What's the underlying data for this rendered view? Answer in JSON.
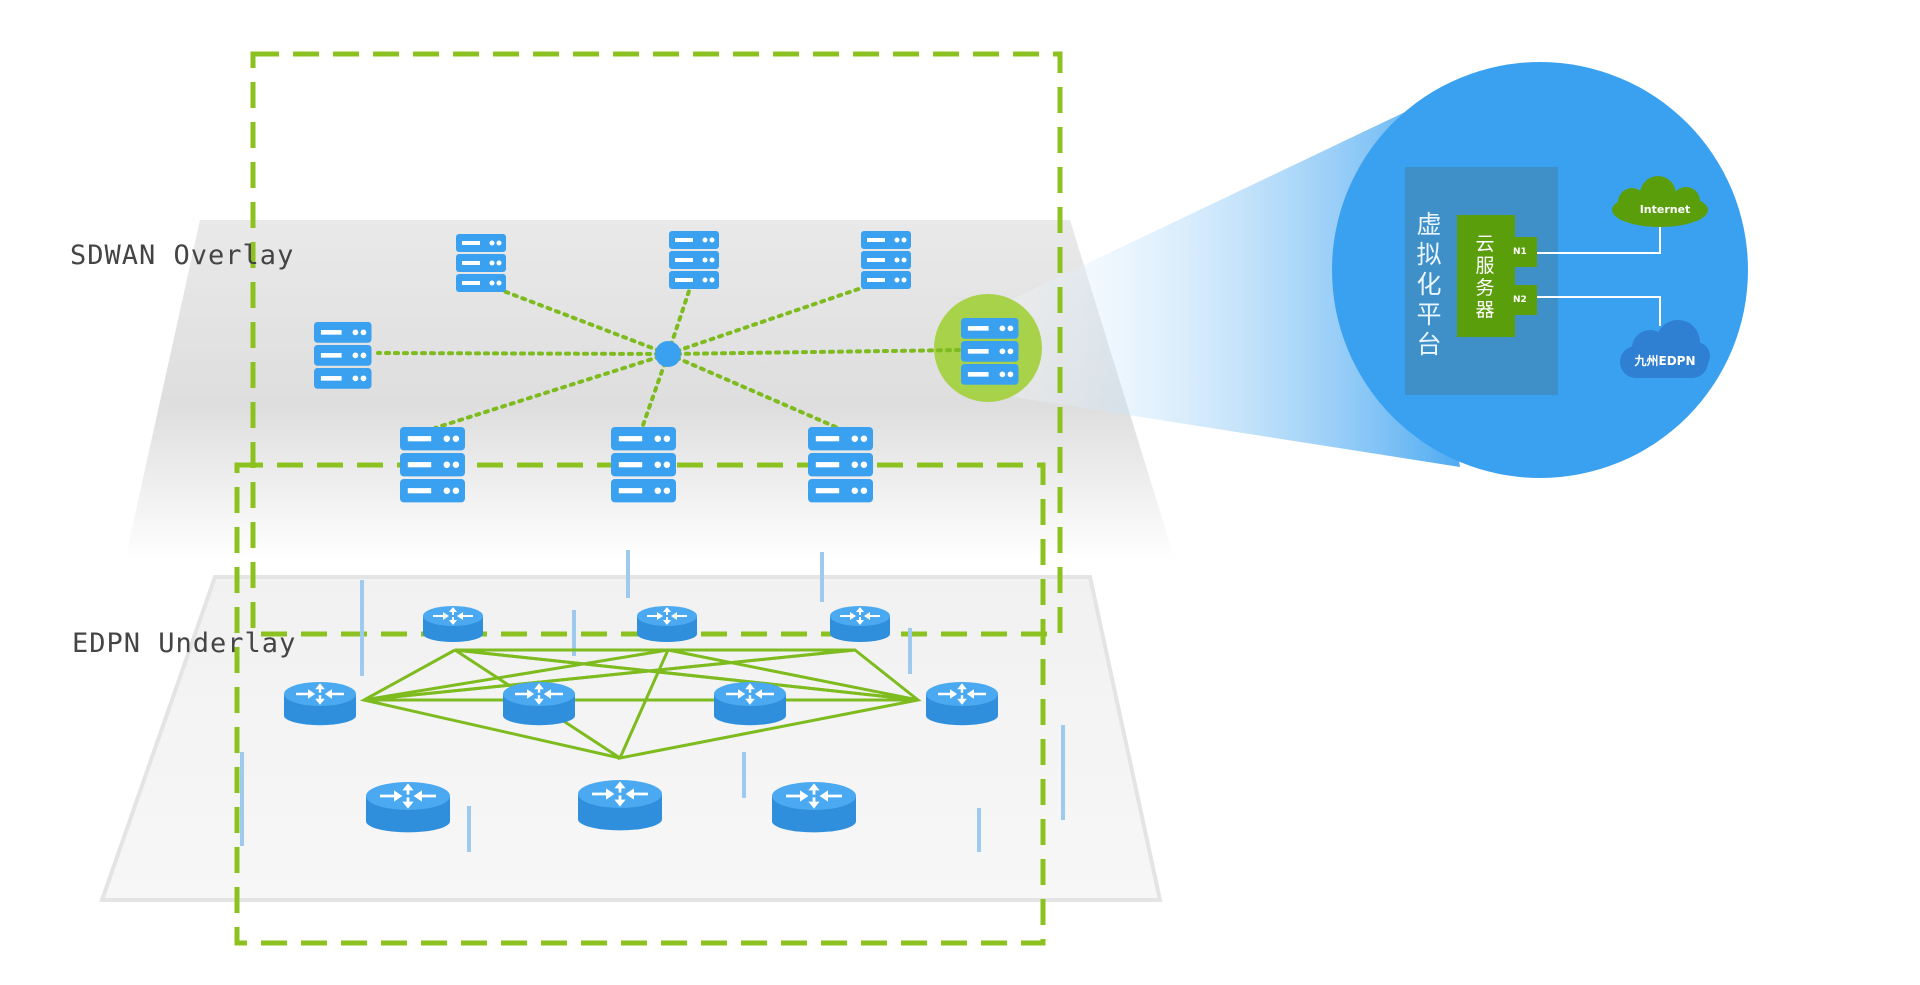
{
  "layers": {
    "overlay_label": "SDWAN Overlay",
    "underlay_label": "EDPN Underlay"
  },
  "detail": {
    "platform_label": "虚拟化平台",
    "cloud_server_label": "云服务器",
    "port1": "N1",
    "port2": "N2",
    "internet_label": "Internet",
    "edpn_cloud_label": "九州EDPN"
  },
  "colors": {
    "accent_blue": "#3aa1f0",
    "dash_green": "#8cc21f",
    "mesh_green": "#7dbb1e",
    "server_green": "#5b9e0c",
    "highlight_green": "#a9d24b",
    "layer_gray": "#e6e6e6",
    "connector_blue": "#9fcaf0"
  },
  "icons": {
    "server": "server-icon",
    "router": "router-icon",
    "hub": "hub-node-icon",
    "cloud": "cloud-icon"
  }
}
